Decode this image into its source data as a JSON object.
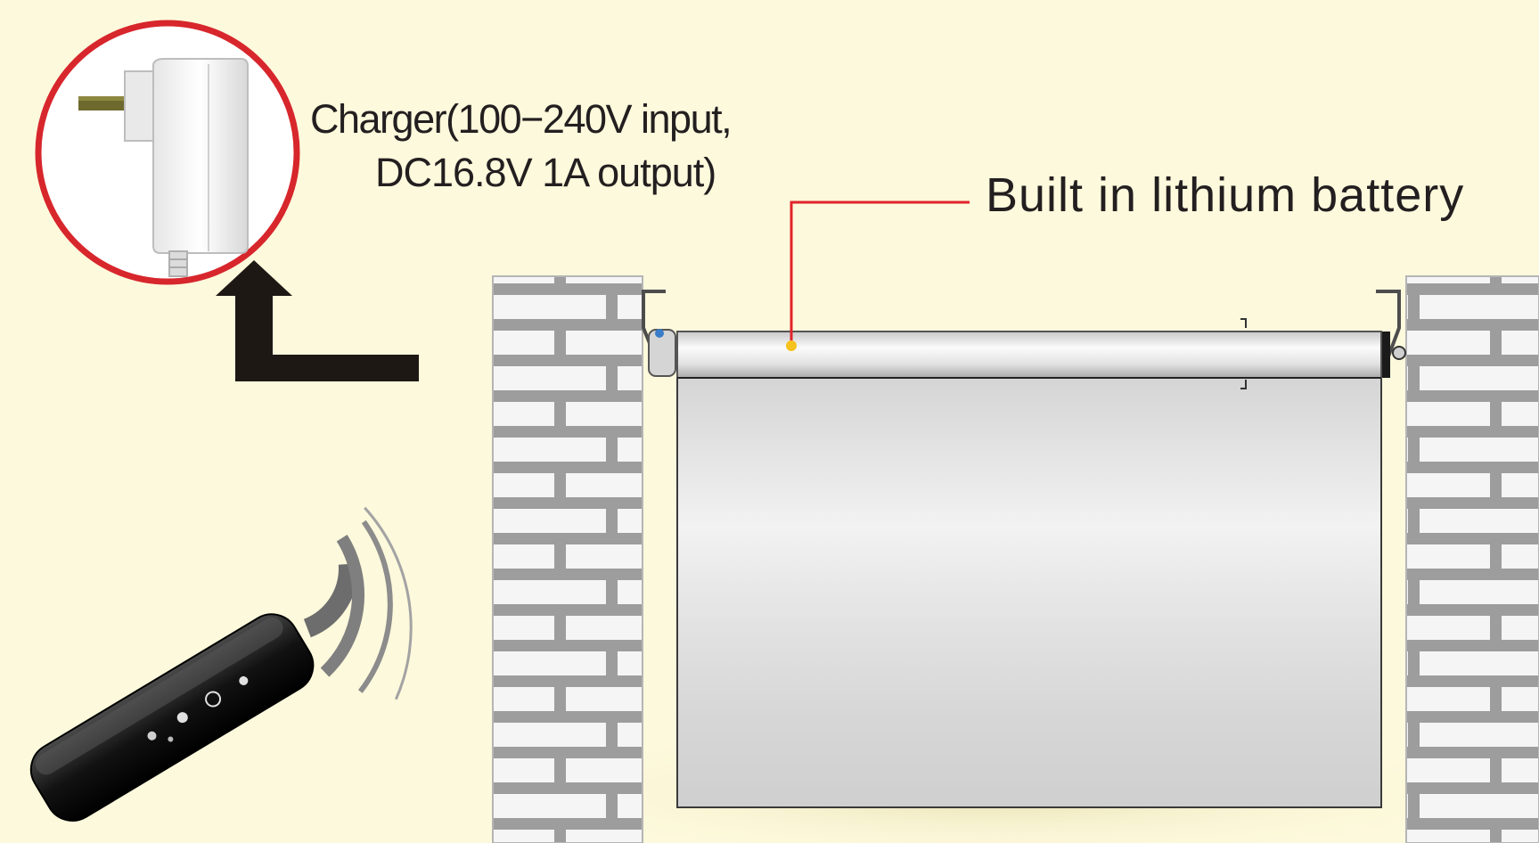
{
  "labels": {
    "charger_line1": "Charger(100−240V input,",
    "charger_line2": "DC16.8V  1A output)",
    "battery": "Built in lithium battery"
  },
  "colors": {
    "background": "#fdf9dc",
    "callout_circle": "#d7262c",
    "leader_line": "#e0242a",
    "leader_dot": "#f6c21c",
    "brick": "#f4f4f4",
    "mortar": "#9a9a9a",
    "arrow": "#1e1815"
  },
  "icons": {
    "charger": "wall-charger-icon",
    "remote": "remote-control-icon",
    "signal": "wireless-signal-icon",
    "arrow": "up-arrow-icon"
  }
}
